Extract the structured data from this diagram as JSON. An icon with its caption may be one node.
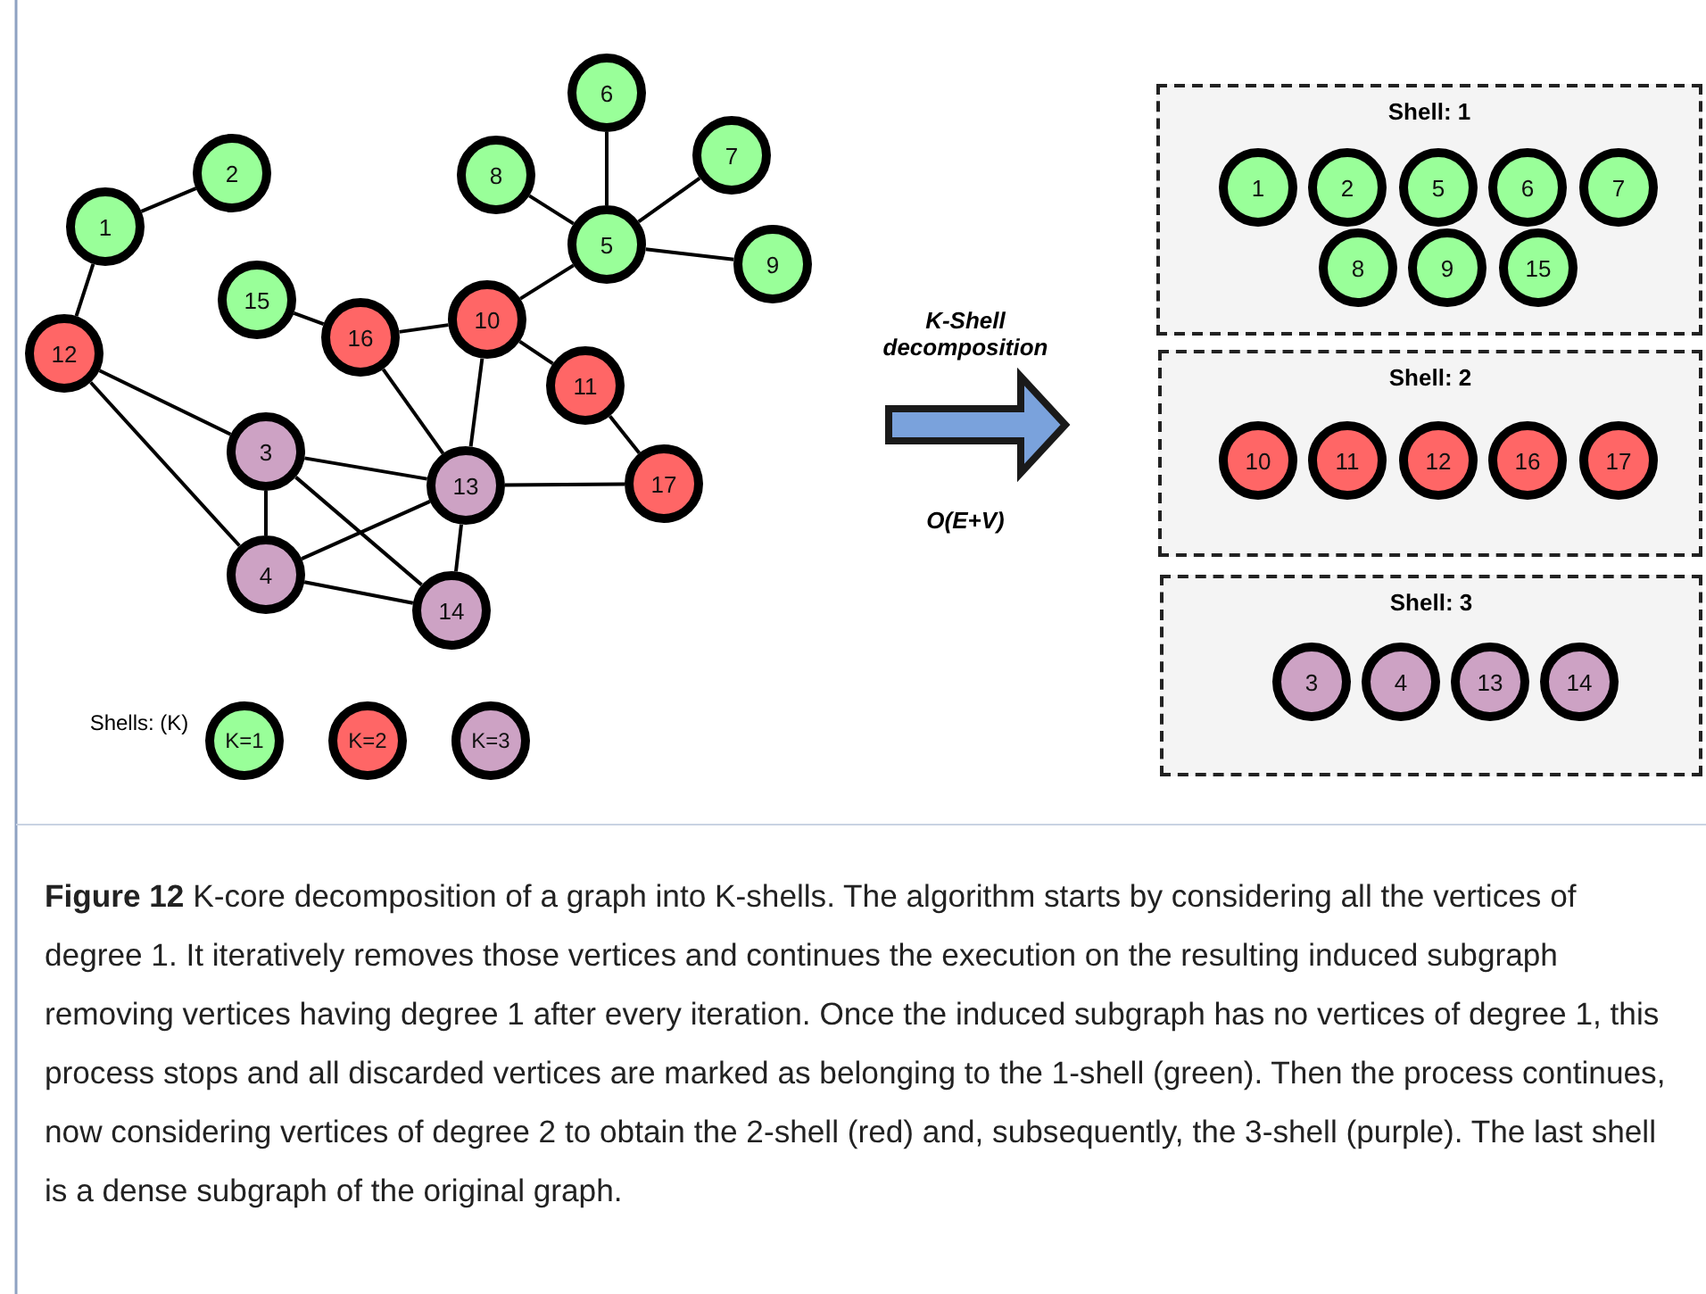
{
  "diagram": {
    "caption": "**Figure 12** K-core decomposition of a graph into K-shells. The algorithm starts by considering all the vertices of degree 1. It iteratively removes those vertices and continues the execution on the resulting induced subgraph removing vertices having degree 1 after every iteration. Once the induced subgraph has no vertices of degree 1, this process stops and all discarded vertices are marked as belonging to the 1-shell (green). Then the process continues, now considering vertices of degree 2 to obtain the 2-shell (red) and, subsequently, the 3-shell (purple). The last shell is a dense subgraph of the original graph.",
    "nodes": [
      {
        "text": [
          "6"
        ]
      },
      {
        "text": [
          "2"
        ]
      },
      {
        "text": [
          "7"
        ]
      },
      {
        "text": [
          "8"
        ]
      },
      {
        "text": [
          "1"
        ]
      },
      {
        "text": [
          "5"
        ]
      },
      {
        "text": [
          "9"
        ]
      },
      {
        "text": [
          "15"
        ]
      },
      {
        "text": [
          "10"
        ]
      },
      {
        "text": [
          "16"
        ]
      },
      {
        "text": [
          "12"
        ]
      },
      {
        "text": [
          "11"
        ]
      },
      {
        "text": [
          "3"
        ]
      },
      {
        "text": [
          "13"
        ]
      },
      {
        "text": [
          "17"
        ]
      },
      {
        "text": [
          "4"
        ]
      },
      {
        "text": [
          "14"
        ]
      },
      {
        "text": [
          "Shell: 1"
        ]
      },
      {
        "text": [
          "1"
        ],
        "in": 17
      },
      {
        "text": [
          "2"
        ],
        "in": 17
      },
      {
        "text": [
          "5"
        ],
        "in": 17
      },
      {
        "text": [
          "6"
        ],
        "in": 17
      },
      {
        "text": [
          "7"
        ],
        "in": 17
      },
      {
        "text": [
          "8"
        ],
        "in": 17
      },
      {
        "text": [
          "9"
        ],
        "in": 17
      },
      {
        "text": [
          "15"
        ],
        "in": 17
      },
      {
        "text": [
          "Shell: 2"
        ]
      },
      {
        "text": [
          "10"
        ],
        "in": 26
      },
      {
        "text": [
          "11"
        ],
        "in": 26
      },
      {
        "text": [
          "12"
        ],
        "in": 26
      },
      {
        "text": [
          "16"
        ],
        "in": 26
      },
      {
        "text": [
          "17"
        ],
        "in": 26
      },
      {
        "text": [
          "Shell: 3"
        ]
      },
      {
        "text": [
          "3"
        ],
        "in": 32
      },
      {
        "text": [
          "4"
        ],
        "in": 32
      },
      {
        "text": [
          "13"
        ],
        "in": 32
      },
      {
        "text": [
          "14"
        ],
        "in": 32
      }
    ],
    "edges": [
      {
        "from": 4,
        "to": 1,
        "arrow": "none"
      },
      {
        "from": 4,
        "to": 10,
        "arrow": "none"
      },
      {
        "from": 10,
        "to": 12,
        "arrow": "none"
      },
      {
        "from": 10,
        "to": 15,
        "arrow": "none"
      },
      {
        "from": 12,
        "to": 15,
        "arrow": "none"
      },
      {
        "from": 12,
        "to": 13,
        "arrow": "none"
      },
      {
        "from": 12,
        "to": 16,
        "arrow": "none"
      },
      {
        "from": 15,
        "to": 13,
        "arrow": "none"
      },
      {
        "from": 15,
        "to": 16,
        "arrow": "none"
      },
      {
        "from": 13,
        "to": 16,
        "arrow": "none"
      },
      {
        "from": 9,
        "to": 13,
        "arrow": "none"
      },
      {
        "from": 9,
        "to": 8,
        "arrow": "none"
      },
      {
        "from": 8,
        "to": 13,
        "arrow": "none"
      },
      {
        "from": 8,
        "to": 5,
        "arrow": "none"
      },
      {
        "from": 8,
        "to": 11,
        "arrow": "none"
      },
      {
        "from": 11,
        "to": 14,
        "arrow": "none"
      },
      {
        "from": 13,
        "to": 14,
        "arrow": "none"
      },
      {
        "from": 5,
        "to": 0,
        "arrow": "none"
      },
      {
        "from": 5,
        "to": 2,
        "arrow": "none"
      },
      {
        "from": 5,
        "to": 3,
        "arrow": "none"
      },
      {
        "from": 5,
        "to": 6,
        "arrow": "none"
      },
      {
        "from": 7,
        "to": 9,
        "arrow": "none"
      }
    ],
    "labels": [
      "K-Shell decomposition",
      "O(E+V)",
      "Shells: (K)"
    ],
    "legend": [
      {
        "text": "K=1",
        "color": "#99ff99"
      },
      {
        "text": "K=2",
        "color": "#ff6666"
      },
      {
        "text": "K=3",
        "color": "#cda2c4"
      }
    ]
  }
}
